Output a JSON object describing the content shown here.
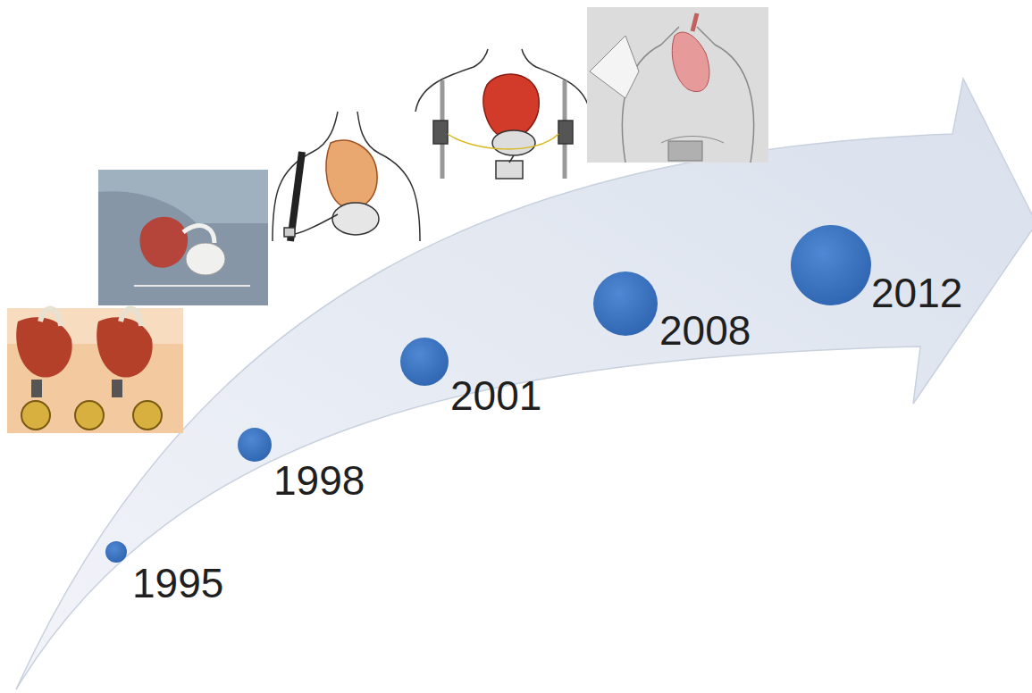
{
  "diagram": {
    "labels": [
      "1995",
      "1998",
      "2001",
      "2008",
      "2012"
    ]
  }
}
